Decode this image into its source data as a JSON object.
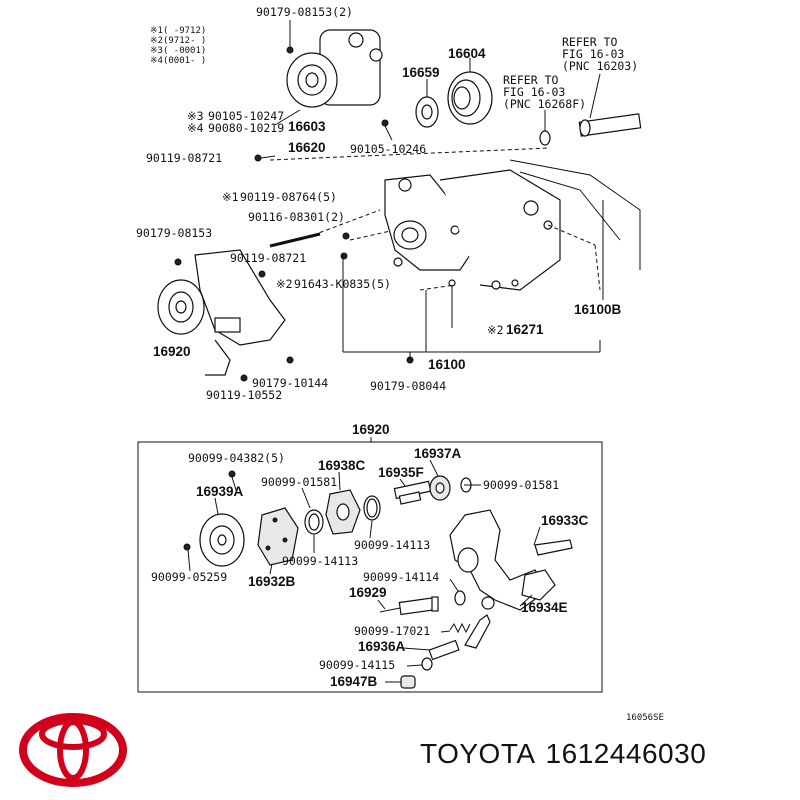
{
  "diagram": {
    "labels": {
      "l_90179_08153_2": "90179-08153(2)",
      "l_16604": "16604",
      "l_16659": "16659",
      "l_90105_10247": "90105-10247",
      "l_90080_10219": "90080-10219",
      "l_16603": "16603",
      "l_16620": "16620",
      "l_90105_10246": "90105-10246",
      "l_90119_08721_a": "90119-08721",
      "l_90119_08764": "90119-08764(5)",
      "l_90116_08301": "90116-08301(2)",
      "l_90179_08153": "90179-08153",
      "l_90119_08721_b": "90119-08721",
      "l_91643": "91643-K0835(5)",
      "l_16100B": "16100B",
      "l_16271": "16271",
      "l_16920_top": "16920",
      "l_16100": "16100",
      "l_90179_10144": "90179-10144",
      "l_90179_08044": "90179-08044",
      "l_90119_10552": "90119-10552",
      "l_16920_box": "16920",
      "l_90099_04382": "90099-04382(5)",
      "l_16938C": "16938C",
      "l_16937A": "16937A",
      "l_16935F": "16935F",
      "l_90099_01581_a": "90099-01581",
      "l_90099_01581_b": "90099-01581",
      "l_16939A": "16939A",
      "l_16933C": "16933C",
      "l_90099_14113_a": "90099-14113",
      "l_90099_14113_b": "90099-14113",
      "l_90099_05259": "90099-05259",
      "l_16932B": "16932B",
      "l_90099_14114": "90099-14114",
      "l_16929": "16929",
      "l_16934E": "16934E",
      "l_90099_17021": "90099-17021",
      "l_16936A": "16936A",
      "l_90099_14115": "90099-14115",
      "l_16947B": "16947B",
      "l_code": "16056SE"
    },
    "marks": {
      "m1": "※1",
      "m2": "※2",
      "m3": "※3",
      "m4": "※4"
    },
    "legend": [
      "※1(      -9712)",
      "※2(9712-      )",
      "※3(      -0001)",
      "※4(0001-      )"
    ],
    "refer_a": [
      "REFER TO",
      "FIG 16-03",
      "(PNC 16203)"
    ],
    "refer_b": [
      "REFER TO",
      "FIG 16-03",
      "(PNC 16268F)"
    ]
  },
  "footer": {
    "brand": "TOYOTA",
    "part_number": "1612446030"
  },
  "colors": {
    "logo": "#d3001b",
    "ink": "#111111"
  }
}
